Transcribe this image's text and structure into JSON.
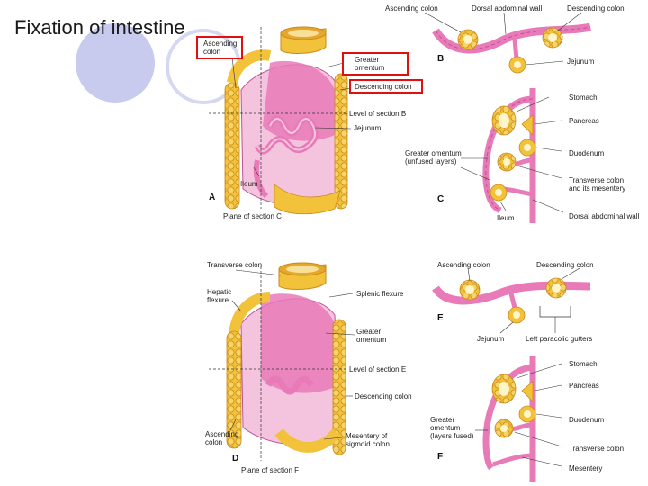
{
  "slide_title": "Fixation of intestine",
  "colors": {
    "tube": "#e87ab8",
    "mucosa": "#f4c4df",
    "colon": "#f2c23a",
    "colon_rim": "#c98a1a",
    "highlight": "#e01010",
    "deco": "#c9cbee"
  },
  "icons": [
    "decorative-circles"
  ],
  "figure_A": {
    "letter": "A",
    "ascending_colon": "Ascending\ncolon",
    "greater_omentum": "Greater\nomentum",
    "descending_colon": "Descending colon",
    "level_of_section": "Level of section B",
    "jejunum": "Jejunum",
    "ileum": "Ileum",
    "plane": "Plane of section C"
  },
  "figure_B": {
    "letter": "B",
    "ascending_colon": "Ascending colon",
    "dorsal_wall": "Dorsal abdominal wall",
    "descending_colon": "Descending colon",
    "jejunum": "Jejunum"
  },
  "figure_C": {
    "letter": "C",
    "stomach": "Stomach",
    "pancreas": "Pancreas",
    "greater_omentum": "Greater omentum\n(unfused layers)",
    "duodenum": "Duodenum",
    "transverse_colon": "Transverse colon\nand its mesentery",
    "ileum": "Ileum",
    "dorsal_wall": "Dorsal abdominal wall"
  },
  "figure_D": {
    "letter": "D",
    "transverse_colon": "Transverse colon",
    "hepatic_flexure": "Hepatic\nflexure",
    "splenic_flexure": "Splenic flexure",
    "greater_omentum": "Greater\nomentum",
    "level_of_section": "Level of section E",
    "descending_colon": "Descending colon",
    "ascending_colon": "Ascending\ncolon",
    "mesentery_sigmoid": "Mesentery of\nsigmoid colon",
    "plane": "Plane of section F"
  },
  "figure_E": {
    "letter": "E",
    "ascending_colon": "Ascending colon",
    "descending_colon": "Descending colon",
    "jejunum": "Jejunum",
    "paracolic": "Left paracolic gutters"
  },
  "figure_F": {
    "letter": "F",
    "stomach": "Stomach",
    "pancreas": "Pancreas",
    "greater_omentum": "Greater\nomentum\n(layers fused)",
    "duodenum": "Duodenum",
    "transverse_colon": "Transverse colon",
    "mesentery": "Mesentery"
  }
}
